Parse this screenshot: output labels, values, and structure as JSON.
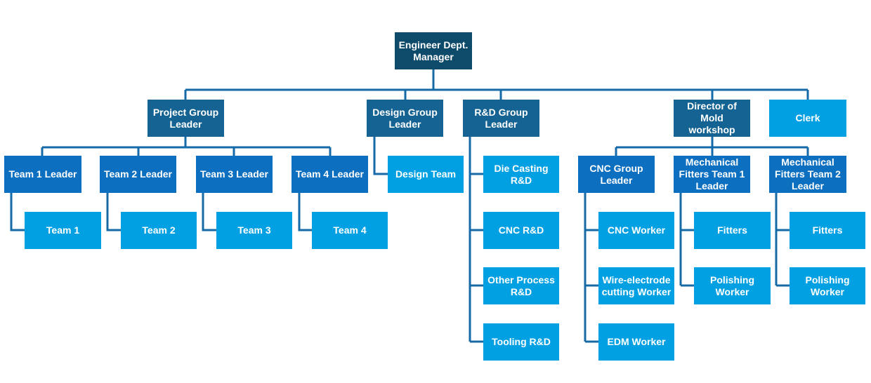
{
  "nodes": {
    "manager": "Engineer Dept.\nManager",
    "project_group_leader": "Project Group\nLeader",
    "design_group_leader": "Design Group\nLeader",
    "rd_group_leader": "R&D Group\nLeader",
    "director_mold_workshop": "Director of Mold\nworkshop",
    "clerk": "Clerk",
    "team1_leader": "Team 1 Leader",
    "team2_leader": "Team 2 Leader",
    "team3_leader": "Team 3 Leader",
    "team4_leader": "Team 4 Leader",
    "team1": "Team 1",
    "team2": "Team 2",
    "team3": "Team 3",
    "team4": "Team 4",
    "design_team": "Design Team",
    "die_casting_rd": "Die Casting R&D",
    "cnc_rd": "CNC R&D",
    "other_process_rd": "Other Process\nR&D",
    "tooling_rd": "Tooling R&D",
    "cnc_group_leader": "CNC Group\nLeader",
    "mech_fitters_team1_leader": "Mechanical\nFitters  Team 1\nLeader",
    "mech_fitters_team2_leader": "Mechanical\nFitters Team 2\nLeader",
    "cnc_worker": "CNC Worker",
    "wire_electrode_worker": "Wire-electrode\ncutting Worker",
    "edm_worker": "EDM Worker",
    "fitters_1": "Fitters",
    "polishing_worker_1": "Polishing\nWorker",
    "fitters_2": "Fitters",
    "polishing_worker_2": "Polishing\nWorker"
  },
  "colors": {
    "level1": "#0e4a6a",
    "level2": "#156392",
    "level3": "#0d6fc0",
    "level4": "#00a0e3",
    "connector": "#156aa8"
  }
}
